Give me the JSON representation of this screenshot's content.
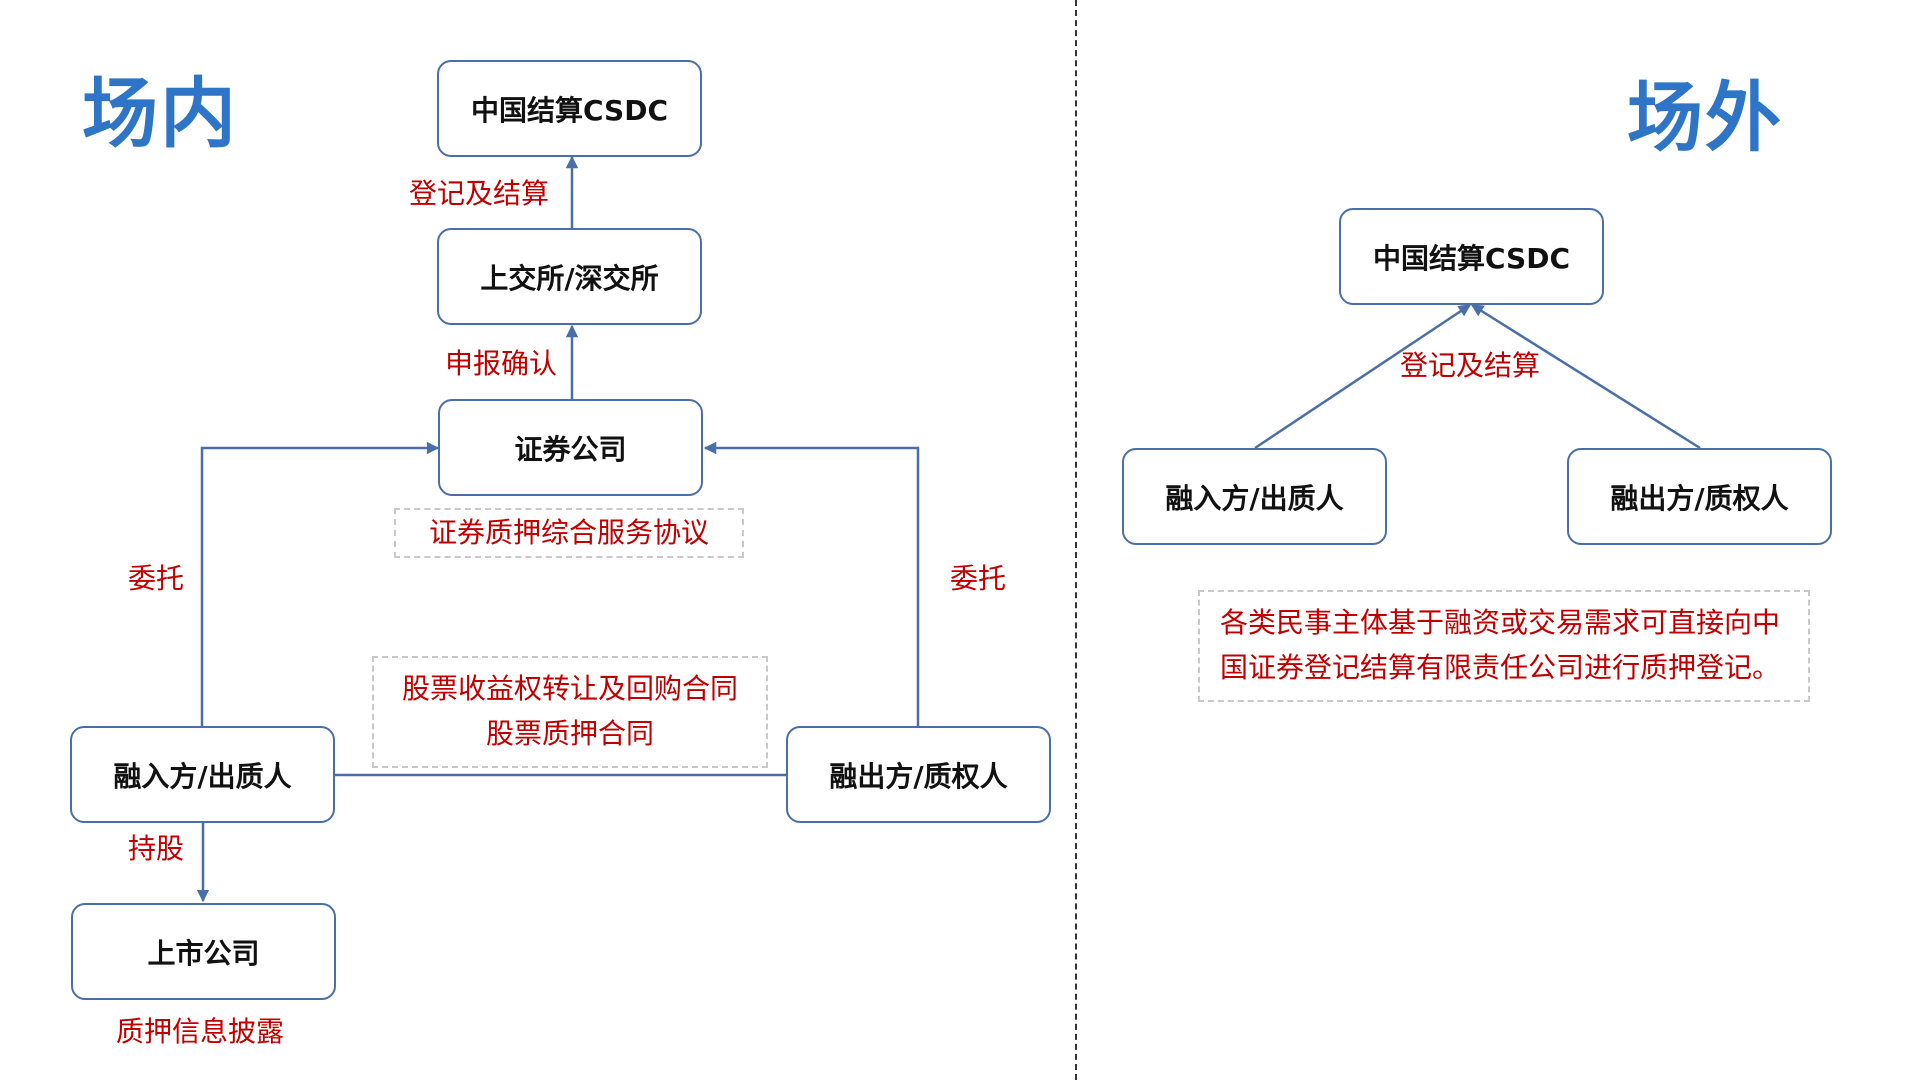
{
  "left": {
    "heading": "场内",
    "nodes": {
      "csdc": "中国结算CSDC",
      "exchange": "上交所/深交所",
      "broker": "证券公司",
      "pledgor": "融入方/出质人",
      "pledgee": "融出方/质权人",
      "listed_company": "上市公司"
    },
    "labels": {
      "registration": "登记及结算",
      "report_confirm": "申报确认",
      "entrust_left": "委托",
      "entrust_right": "委托",
      "holding": "持股",
      "disclosure": "质押信息披露"
    },
    "agreements": {
      "service": "证券质押综合服务协议",
      "contract_line1": "股票收益权转让及回购合同",
      "contract_line2": "股票质押合同"
    }
  },
  "right": {
    "heading": "场外",
    "nodes": {
      "csdc": "中国结算CSDC",
      "pledgor": "融入方/出质人",
      "pledgee": "融出方/质权人"
    },
    "labels": {
      "registration": "登记及结算"
    },
    "note": {
      "line1": "各类民事主体基于融资或交易需求可直接向中",
      "line2": "国证券登记结算有限责任公司进行质押登记。"
    }
  },
  "colors": {
    "heading": "#2e75c8",
    "label": "#c00000",
    "box_border": "#4a6fa8",
    "connector": "#4a6fa8",
    "dashed_border": "#c8c8c8"
  }
}
